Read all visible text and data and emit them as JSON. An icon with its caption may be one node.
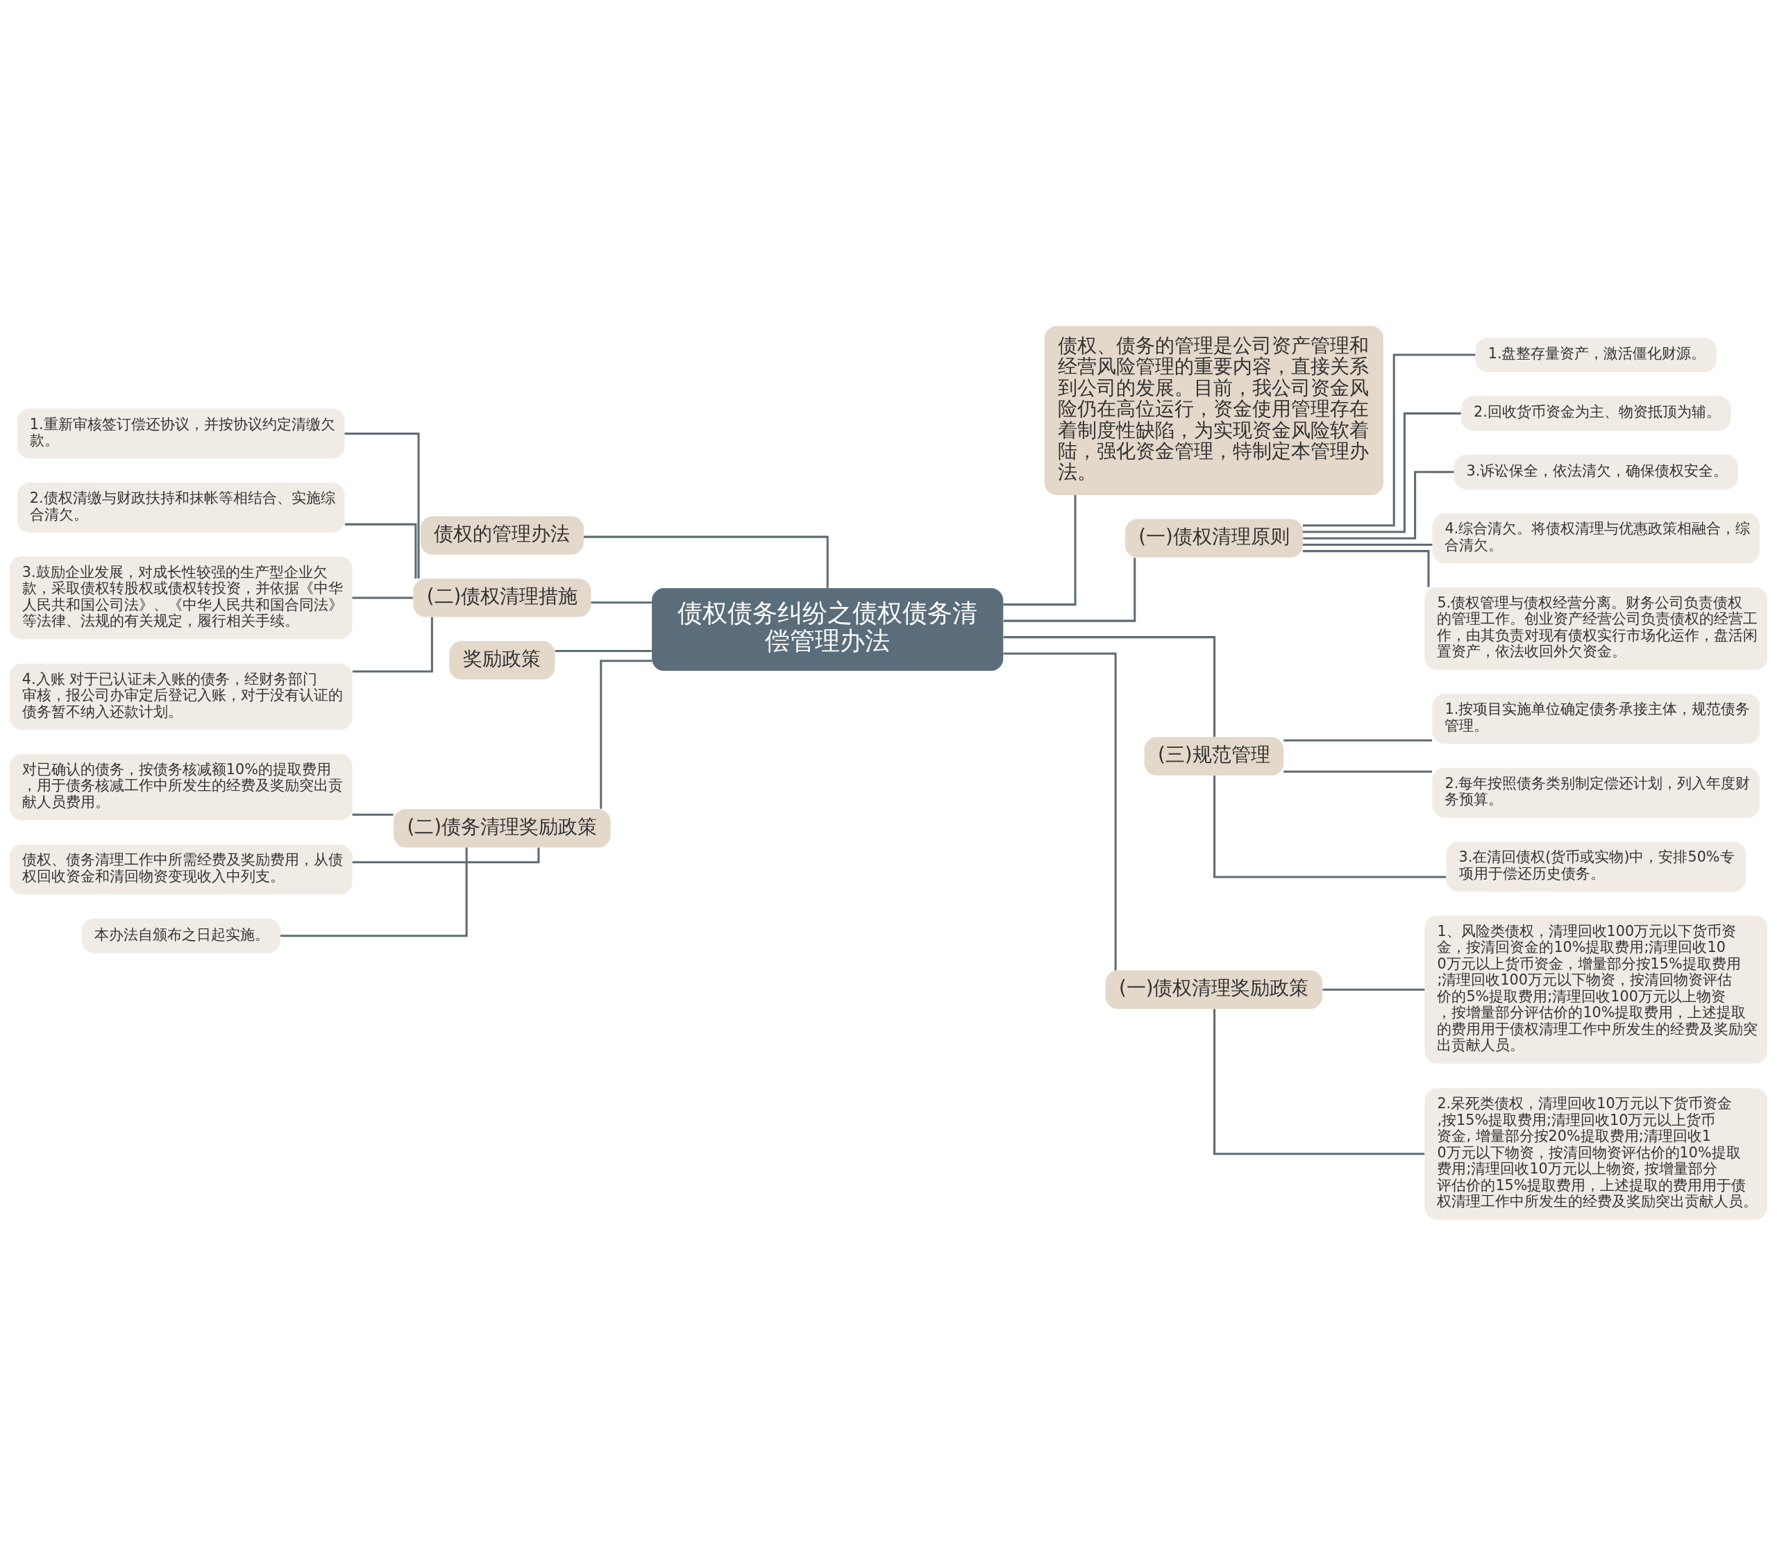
{
  "diagram": {
    "nodes": [
      {
        "text": [
          "债权债务纠纷之债权债务清偿管理办法"
        ]
      },
      {
        "text": [
          "债权、债务的管理是公司资产管理和经营风险管理的重要内容，直接关系到公司的发展。目前，我公司资金风险仍在高位运行，资金使用管理存在着制度性缺陷，为实现资金风险软着陆，强化资金管理，特制定本管理办法。"
        ]
      },
      {
        "text": [
          "(一)债权清理原则"
        ]
      },
      {
        "text": [
          "1.盘整存量资产，激活僵化财源。"
        ]
      },
      {
        "text": [
          "2.回收货币资金为主、物资抵顶为辅。"
        ]
      },
      {
        "text": [
          "3.诉讼保全，依法清欠，确保债权安全。"
        ]
      },
      {
        "text": [
          "4.综合清欠。将债权清理与优惠政策相融合，综合清欠。"
        ]
      },
      {
        "text": [
          "5.债权管理与债权经营分离。财务公司负责债权的管理工作。创业资产经营公司负责债权的经营工作，由其负责对现有债权实行市场化运作，盘活闲置资产，依法收回外欠资金。"
        ]
      },
      {
        "text": [
          "(三)规范管理"
        ]
      },
      {
        "text": [
          "1.按项目实施单位确定债务承接主体，规范债务管理。"
        ]
      },
      {
        "text": [
          "2.每年按照债务类别制定偿还计划，列入年度财务预算。"
        ]
      },
      {
        "text": [
          "3.在清回债权(货币或实物)中，安排50%专项用于偿还历史债务。"
        ]
      },
      {
        "text": [
          "(一)债权清理奖励政策"
        ]
      },
      {
        "text": [
          "1、风险类债权，清理回收100万元以下货币资金，按清回资金的10%提取费用;清理回收100万元以上货币资金，增量部分按15%提取费用;清理回收100万元以下物资，按清回物资评估价的5%提取费用;清理回收100万元以上物资，按增量部分评估价的10%提取费用，上述提取的费用用于债权清理工作中所发生的经费及奖励突出贡献人员。"
        ]
      },
      {
        "text": [
          "2.呆死类债权，清理回收10万元以下货币资金,按15%提取费用;清理回收10万元以上货币资金, 增量部分按20%提取费用;清理回收10万元以下物资，按清回物资评估价的10%提取费用;清理回收10万元以上物资, 按增量部分评估价的15%提取费用，上述提取的费用用于债权清理工作中所发生的经费及奖励突出贡献人员。"
        ]
      },
      {
        "text": [
          "债权的管理办法"
        ]
      },
      {
        "text": [
          "(二)债权清理措施"
        ]
      },
      {
        "text": [
          "1.重新审核签订偿还协议，并按协议约定清缴欠款。"
        ]
      },
      {
        "text": [
          "2.债权清缴与财政扶持和抹帐等相结合、实施综合清欠。"
        ]
      },
      {
        "text": [
          "3.鼓励企业发展，对成长性较强的生产型企业欠款，采取债权转股权或债权转投资，并依据《中华人民共和国公司法》、《中华人民共和国合同法》等法律、法规的有关规定，履行相关手续。"
        ]
      },
      {
        "text": [
          "4.入账 对于已认证未入账的债务，经财务部门审核，报公司办审定后登记入账，对于没有认证的债务暂不纳入还款计划。"
        ]
      },
      {
        "text": [
          "奖励政策"
        ]
      },
      {
        "text": [
          "(二)债务清理奖励政策"
        ]
      },
      {
        "text": [
          "对已确认的债务，按债务核减额10%的提取费用，用于债务核减工作中所发生的经费及奖励突出贡献人员费用。"
        ]
      },
      {
        "text": [
          "债权、债务清理工作中所需经费及奖励费用，从债权回收资金和清回物资变现收入中列支。"
        ]
      },
      {
        "text": [
          "本办法自颁布之日起实施。"
        ]
      }
    ],
    "edges": [
      {
        "from": 0,
        "to": 1,
        "arrow": "none"
      },
      {
        "from": 0,
        "to": 2,
        "arrow": "none"
      },
      {
        "from": 2,
        "to": 3,
        "arrow": "none"
      },
      {
        "from": 2,
        "to": 4,
        "arrow": "none"
      },
      {
        "from": 2,
        "to": 5,
        "arrow": "none"
      },
      {
        "from": 2,
        "to": 6,
        "arrow": "none"
      },
      {
        "from": 2,
        "to": 7,
        "arrow": "none"
      },
      {
        "from": 0,
        "to": 8,
        "arrow": "none"
      },
      {
        "from": 8,
        "to": 9,
        "arrow": "none"
      },
      {
        "from": 8,
        "to": 10,
        "arrow": "none"
      },
      {
        "from": 8,
        "to": 11,
        "arrow": "none"
      },
      {
        "from": 0,
        "to": 12,
        "arrow": "none"
      },
      {
        "from": 12,
        "to": 13,
        "arrow": "none"
      },
      {
        "from": 12,
        "to": 14,
        "arrow": "none"
      },
      {
        "from": 0,
        "to": 15,
        "arrow": "none"
      },
      {
        "from": 0,
        "to": 16,
        "arrow": "none"
      },
      {
        "from": 16,
        "to": 17,
        "arrow": "none"
      },
      {
        "from": 16,
        "to": 18,
        "arrow": "none"
      },
      {
        "from": 16,
        "to": 19,
        "arrow": "none"
      },
      {
        "from": 16,
        "to": 20,
        "arrow": "none"
      },
      {
        "from": 0,
        "to": 21,
        "arrow": "none"
      },
      {
        "from": 0,
        "to": 22,
        "arrow": "none"
      },
      {
        "from": 22,
        "to": 23,
        "arrow": "none"
      },
      {
        "from": 22,
        "to": 24,
        "arrow": "none"
      },
      {
        "from": 22,
        "to": 25,
        "arrow": "none"
      }
    ]
  }
}
